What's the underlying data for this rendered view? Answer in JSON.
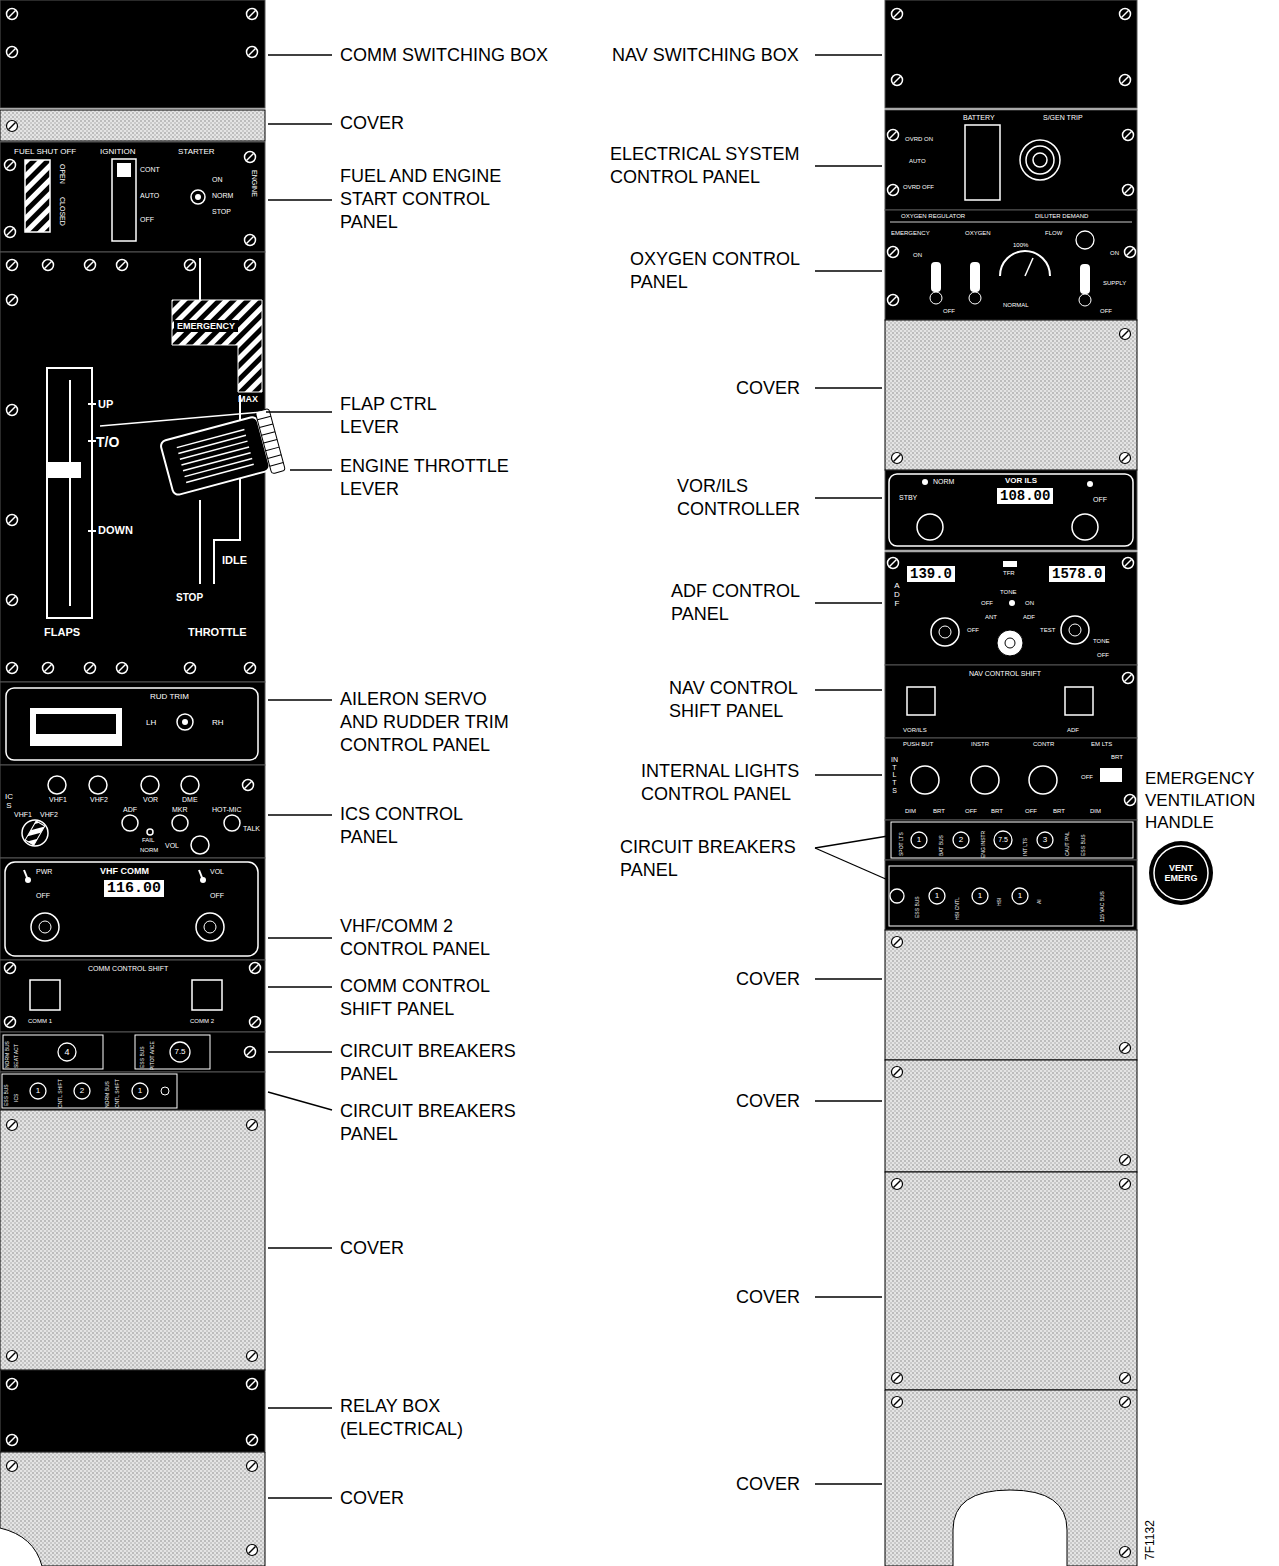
{
  "diagram": {
    "nodes": [
      {
        "text": [
          "FUEL SHUT OFF",
          "OPEN",
          "CLOSED",
          "IGNITION",
          "CONT",
          "AUTO",
          "OFF",
          "STARTER",
          "ON",
          "NORM",
          "STOP",
          "ENGINE"
        ]
      },
      {
        "text": [
          "EMERGENCY",
          "MAX",
          "UP",
          "T/O",
          "DOWN",
          "IDLE",
          "STOP",
          "FLAPS",
          "THROTTLE"
        ]
      },
      {
        "text": [
          "RUD TRIM",
          "LH",
          "RH"
        ]
      },
      {
        "text": [
          "ICS",
          "VHF1",
          "VHF2",
          "VOR",
          "DME",
          "ADF",
          "MKR",
          "HOT-MIC",
          "TALK",
          "VHF1",
          "VHF2",
          "FAIL",
          "NORM",
          "VOL"
        ]
      },
      {
        "text": [
          "PWR",
          "OFF",
          "VHF COMM",
          "116.00",
          "VOL",
          "OFF"
        ]
      },
      {
        "text": [
          "COMM CONTROL SHIFT",
          "COMM 1",
          "COMM 2"
        ]
      },
      {
        "text": [
          "NORM BUS",
          "SEAT ACT",
          "4",
          "ESS BUS",
          "PITOT A/ICE",
          "7.5"
        ]
      },
      {
        "text": [
          "ESS BUS",
          "ICS",
          "1",
          "CNTL SHIFT",
          "2",
          "NORM BUS",
          "CNTL SHIFT",
          "1"
        ]
      },
      {
        "text": [
          "BATTERY",
          "S/GEN TRIP",
          "OVRD ON",
          "AUTO",
          "OVRD OFF"
        ]
      },
      {
        "text": [
          "OXYGEN REGULATOR",
          "DILUTER DEMAND",
          "EMERGENCY",
          "OXYGEN",
          "FLOW",
          "ON",
          "100%",
          "ON",
          "SUPPLY",
          "OFF",
          "NORMAL",
          "OFF"
        ]
      },
      {
        "text": [
          "NORM",
          "STBY",
          "VOR ILS",
          "108.00",
          "OFF"
        ]
      },
      {
        "text": [
          "ADF",
          "139.0",
          "TFR",
          "1578.0",
          "TONE",
          "OFF",
          "ON",
          "ANT",
          "ADF",
          "OFF",
          "TEST",
          "TONE",
          "OFF"
        ]
      },
      {
        "text": [
          "NAV CONTROL SHIFT",
          "VOR/ILS",
          "ADF"
        ]
      },
      {
        "text": [
          "INT LTS",
          "PUSH BUT",
          "INSTR",
          "CONTR",
          "EM LTS",
          "DIM",
          "BRT",
          "OFF",
          "BRT",
          "OFF",
          "BRT",
          "BRT",
          "OFF",
          "DIM"
        ]
      },
      {
        "text": [
          "SPOT LTS",
          "1",
          "BAT BUS",
          "2",
          "ENG INSTR",
          "7.5",
          "INT LTS",
          "3",
          "CAUT PNL",
          "ESS BUS"
        ]
      },
      {
        "text": [
          "ESS BUS",
          "1",
          "HSI CNTL",
          "1",
          "HSI",
          "1",
          "AI",
          "115 VAC BUS"
        ]
      },
      {
        "text": [
          "VENT EMERG"
        ]
      }
    ],
    "labels": [
      "COMM SWITCHING BOX",
      "COVER",
      "FUEL AND ENGINE START CONTROL PANEL",
      "FLAP CTRL LEVER",
      "ENGINE THROTTLE LEVER",
      "AILERON SERVO AND RUDDER TRIM CONTROL PANEL",
      "ICS CONTROL PANEL",
      "VHF/COMM 2 CONTROL PANEL",
      "COMM CONTROL SHIFT PANEL",
      "CIRCUIT BREAKERS PANEL",
      "CIRCUIT BREAKERS PANEL",
      "COVER",
      "RELAY BOX (ELECTRICAL)",
      "COVER",
      "NAV SWITCHING BOX",
      "ELECTRICAL SYSTEM CONTROL PANEL",
      "OXYGEN CONTROL PANEL",
      "COVER",
      "VOR/ILS CONTROLLER",
      "ADF CONTROL PANEL",
      "NAV CONTROL SHIFT PANEL",
      "INTERNAL LIGHTS CONTROL PANEL",
      "EMERGENCY VENTILATION HANDLE",
      "CIRCUIT BREAKERS PANEL",
      "COVER",
      "COVER",
      "COVER",
      "COVER",
      "7F1132"
    ]
  }
}
